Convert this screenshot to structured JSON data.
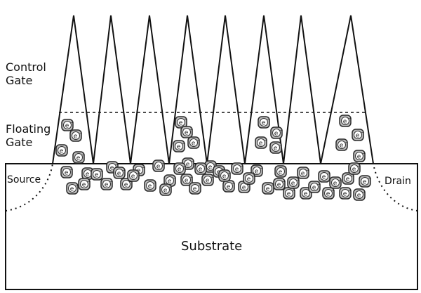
{
  "labels": {
    "control_gate": "Control\nGate",
    "floating_gate": "Floating\nGate",
    "source": "Source",
    "drain": "Drain",
    "substrate": "Substrate"
  },
  "electron": {
    "symbol": "e",
    "superscript": "−"
  },
  "colors": {
    "line": "#111111",
    "electron_fill": "#bdbdbd",
    "electron_stroke": "#2a2a2a",
    "background": "#ffffff"
  },
  "electron_count": 61
}
